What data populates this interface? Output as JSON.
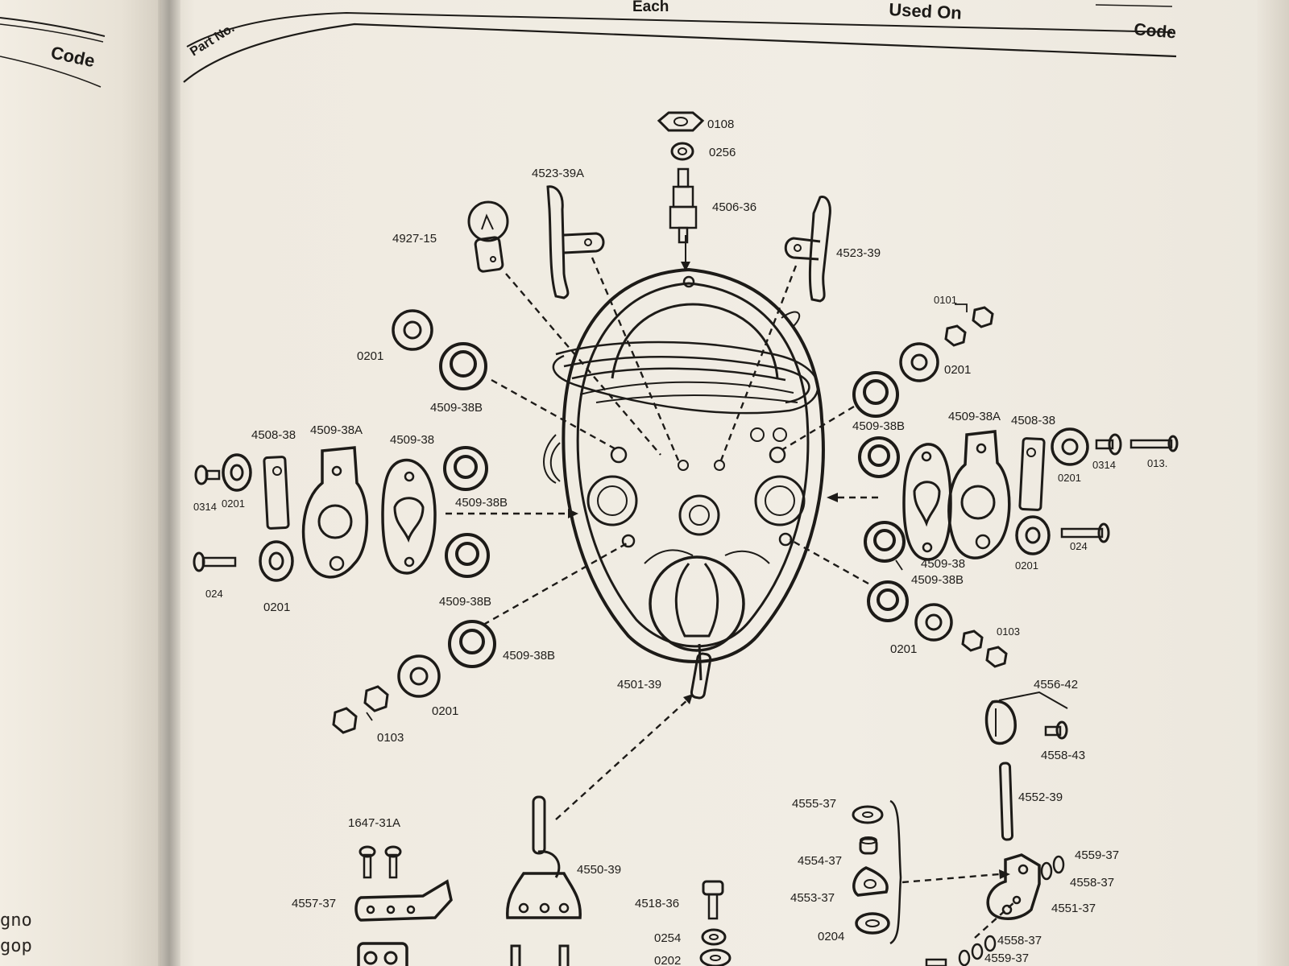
{
  "header": {
    "left_code": "Code",
    "part_no": "Part No.",
    "each": "Each",
    "used_on": "Used On",
    "right_code": "Code"
  },
  "left_page": {
    "fragments": [
      "gno",
      "gop"
    ]
  },
  "parts": {
    "p0108": "0108",
    "p0256": "0256",
    "p4523_39A": "4523-39A",
    "p4506_36": "4506-36",
    "p4927_15": "4927-15",
    "p4523_39": "4523-39",
    "p0101": "0101",
    "p0201_ul": "0201",
    "p4509_38B_ul": "4509-38B",
    "p0201_ur": "0201",
    "p4508_38_l": "4508-38",
    "p4509_38A_l": "4509-38A",
    "p4509_38_l": "4509-38",
    "p4509_38B_r1": "4509-38B",
    "p4509_38A_r": "4509-38A",
    "p4508_38_r": "4508-38",
    "p0314_l": "0314",
    "p0201_l1": "0201",
    "p4509_38B_ml": "4509-38B",
    "p0201_r1": "0201",
    "p0314_r": "0314",
    "p013_r": "013.",
    "p024_l": "024",
    "p024_r": "024",
    "p0201_l2": "0201",
    "p4509_38_r": "4509-38",
    "p4509_38B_r2": "4509-38B",
    "p0201_r2": "0201",
    "p4509_38B_ll": "4509-38B",
    "p4509_38B_lower": "4509-38B",
    "p0103_r": "0103",
    "p0201_r3": "0201",
    "p4501_39": "4501-39",
    "p4556_42": "4556-42",
    "p0201_bl": "0201",
    "p0103_l": "0103",
    "p4558_43": "4558-43",
    "p4552_39": "4552-39",
    "p1647_31A": "1647-31A",
    "p4555_37": "4555-37",
    "p4554_37": "4554-37",
    "p4559_37_a": "4559-37",
    "p4550_39": "4550-39",
    "p4558_37_a": "4558-37",
    "p4553_37": "4553-37",
    "p4557_37": "4557-37",
    "p4518_36": "4518-36",
    "p4551_37": "4551-37",
    "p0254": "0254",
    "p0204": "0204",
    "p4558_37_b": "4558-37",
    "p0202": "0202",
    "p4559_37_b": "4559-37"
  }
}
